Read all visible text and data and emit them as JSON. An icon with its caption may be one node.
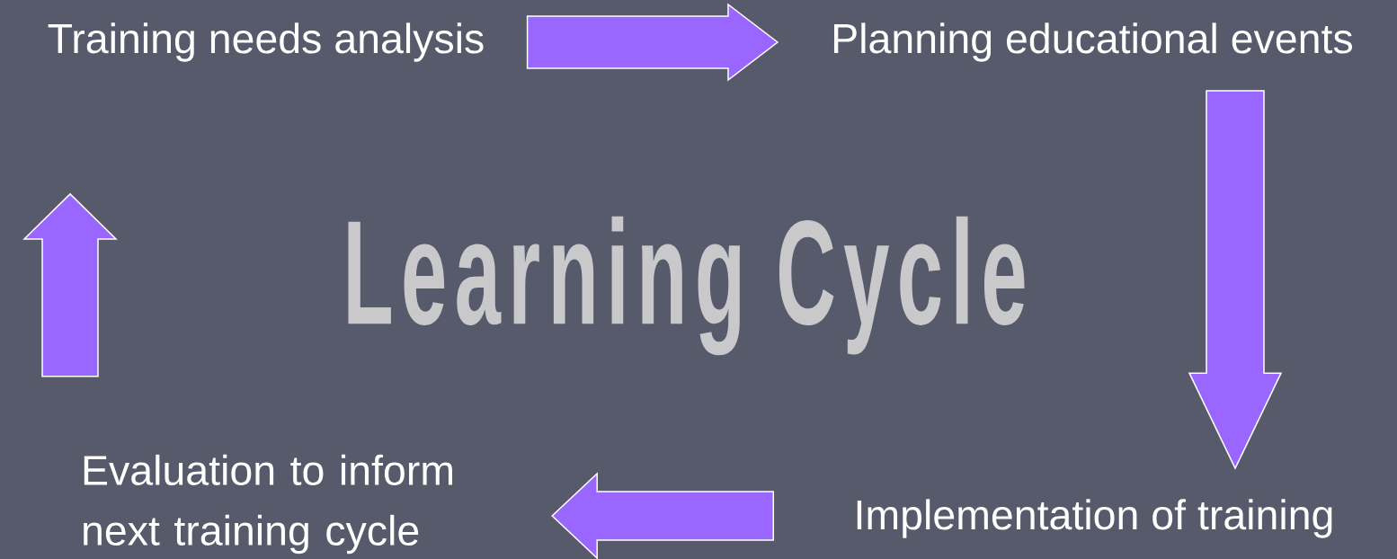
{
  "diagram": {
    "title": "Learning Cycle",
    "nodes": [
      {
        "text": [
          "Training needs analysis"
        ]
      },
      {
        "text": [
          "Planning educational events"
        ]
      },
      {
        "text": [
          "Implementation of training"
        ]
      },
      {
        "text": [
          "Evaluation to inform next training cycle"
        ]
      }
    ],
    "edges": [
      {
        "from": 0,
        "to": 1,
        "arrow": "to"
      },
      {
        "from": 1,
        "to": 2,
        "arrow": "to"
      },
      {
        "from": 2,
        "to": 3,
        "arrow": "to"
      },
      {
        "from": 3,
        "to": 0,
        "arrow": "to"
      }
    ]
  }
}
